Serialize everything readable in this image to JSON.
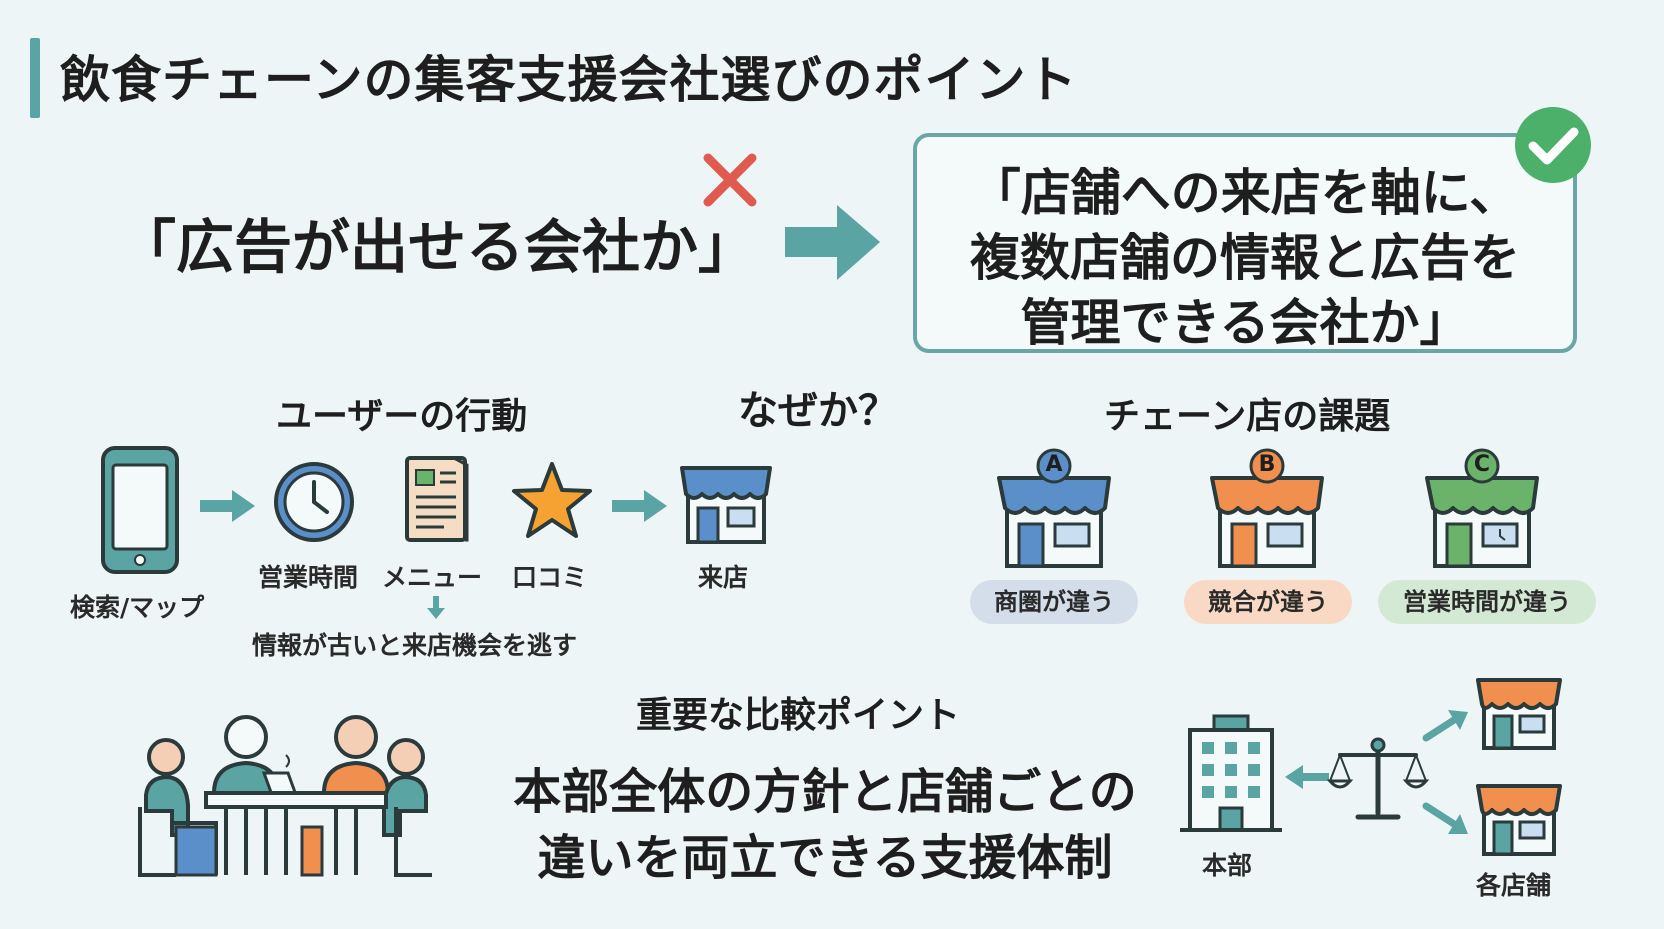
{
  "title": "飲食チェーンの集客支援会社選びのポイント",
  "top": {
    "bad_text": "「広告が出せる会社か」",
    "good_lines": [
      "「店舗への来店を軸に、",
      "複数店舗の情報と広告を",
      "管理できる会社か」"
    ]
  },
  "why": "なぜか？",
  "user": {
    "heading": "ユーザーの行動",
    "steps": [
      "検索/マップ",
      "営業時間",
      "メニュー",
      "口コミ",
      "来店"
    ],
    "note": "情報が古いと来店機会を逃す"
  },
  "chain": {
    "heading": "チェーン店の課題",
    "stores": [
      {
        "letter": "A",
        "label": "商圏が違う",
        "color": "#5b8fc9",
        "pill": "#d3deea"
      },
      {
        "letter": "B",
        "label": "競合が違う",
        "color": "#f08f4e",
        "pill": "#f9d9c4"
      },
      {
        "letter": "C",
        "label": "営業時間が違う",
        "color": "#6bb36a",
        "pill": "#d4e9d3"
      }
    ]
  },
  "point": {
    "heading": "重要な比較ポイント",
    "lines": [
      "本部全体の方針と店舗ごとの",
      "違いを両立できる支援体制"
    ]
  },
  "org": {
    "hq_label": "本部",
    "stores_label": "各店舗"
  },
  "colors": {
    "teal": "#5aa4a3",
    "red": "#e05a4f",
    "check_green": "#4caf6a"
  },
  "icons": [
    "smartphone-icon",
    "clock-icon",
    "menu-document-icon",
    "star-icon",
    "store-icon",
    "meeting-people-icon",
    "building-icon",
    "scale-icon",
    "check-icon",
    "cross-icon",
    "arrow-right-icon"
  ]
}
